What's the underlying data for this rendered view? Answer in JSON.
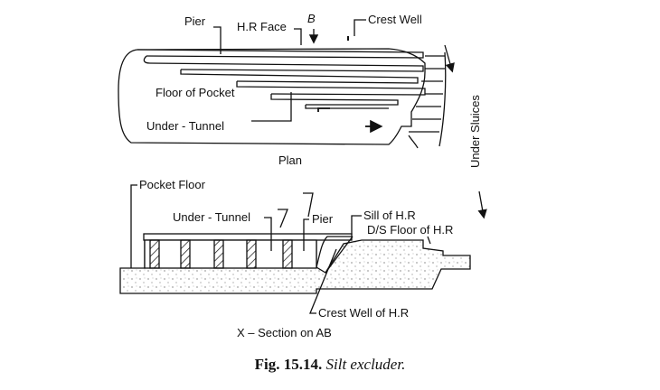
{
  "plan": {
    "label_pier": "Pier",
    "label_hr_face": "H.R Face",
    "label_section_mark": "B",
    "label_crest_well": "Crest Well",
    "label_floor_of_pocket": "Floor of Pocket",
    "label_under_tunnel": "Under - Tunnel",
    "label_under_sluices": "Under Sluices",
    "title": "Plan"
  },
  "section": {
    "label_pocket_floor": "Pocket Floor",
    "label_under_tunnel": "Under - Tunnel",
    "label_pier": "Pier",
    "label_sill": "Sill of H.R",
    "label_ds_floor": "D/S Floor of H.R",
    "label_crest_well": "Crest Well of H.R",
    "title_prefix": "X – Section on ",
    "title_ab": "AB"
  },
  "caption": {
    "number": "Fig. 15.14.",
    "text": "Silt excluder."
  },
  "colors": {
    "ink": "#111111",
    "fill": "#ffffff"
  }
}
